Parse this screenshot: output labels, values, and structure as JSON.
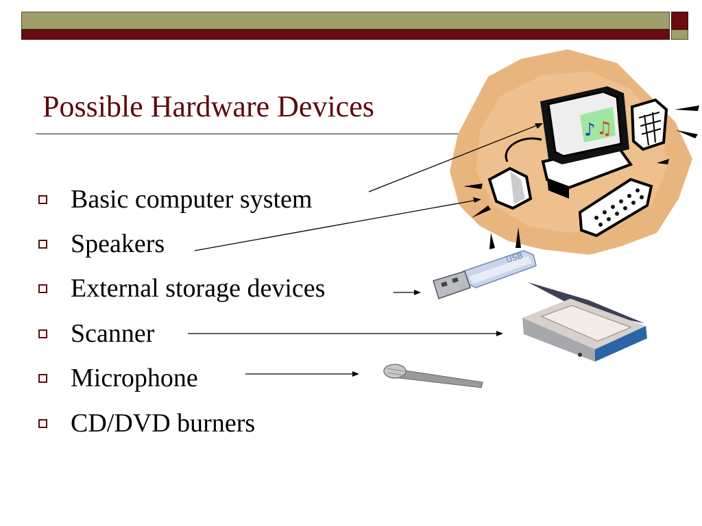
{
  "slide": {
    "title": "Possible Hardware Devices",
    "bullets": [
      "Basic computer system",
      "Speakers",
      "External storage devices",
      "Scanner",
      "Microphone",
      "CD/DVD burners"
    ],
    "usb_label": "USB",
    "colors": {
      "title": "#5c0a0e",
      "bar_olive": "#a09e6b",
      "bar_maroon": "#6b0d10"
    }
  }
}
